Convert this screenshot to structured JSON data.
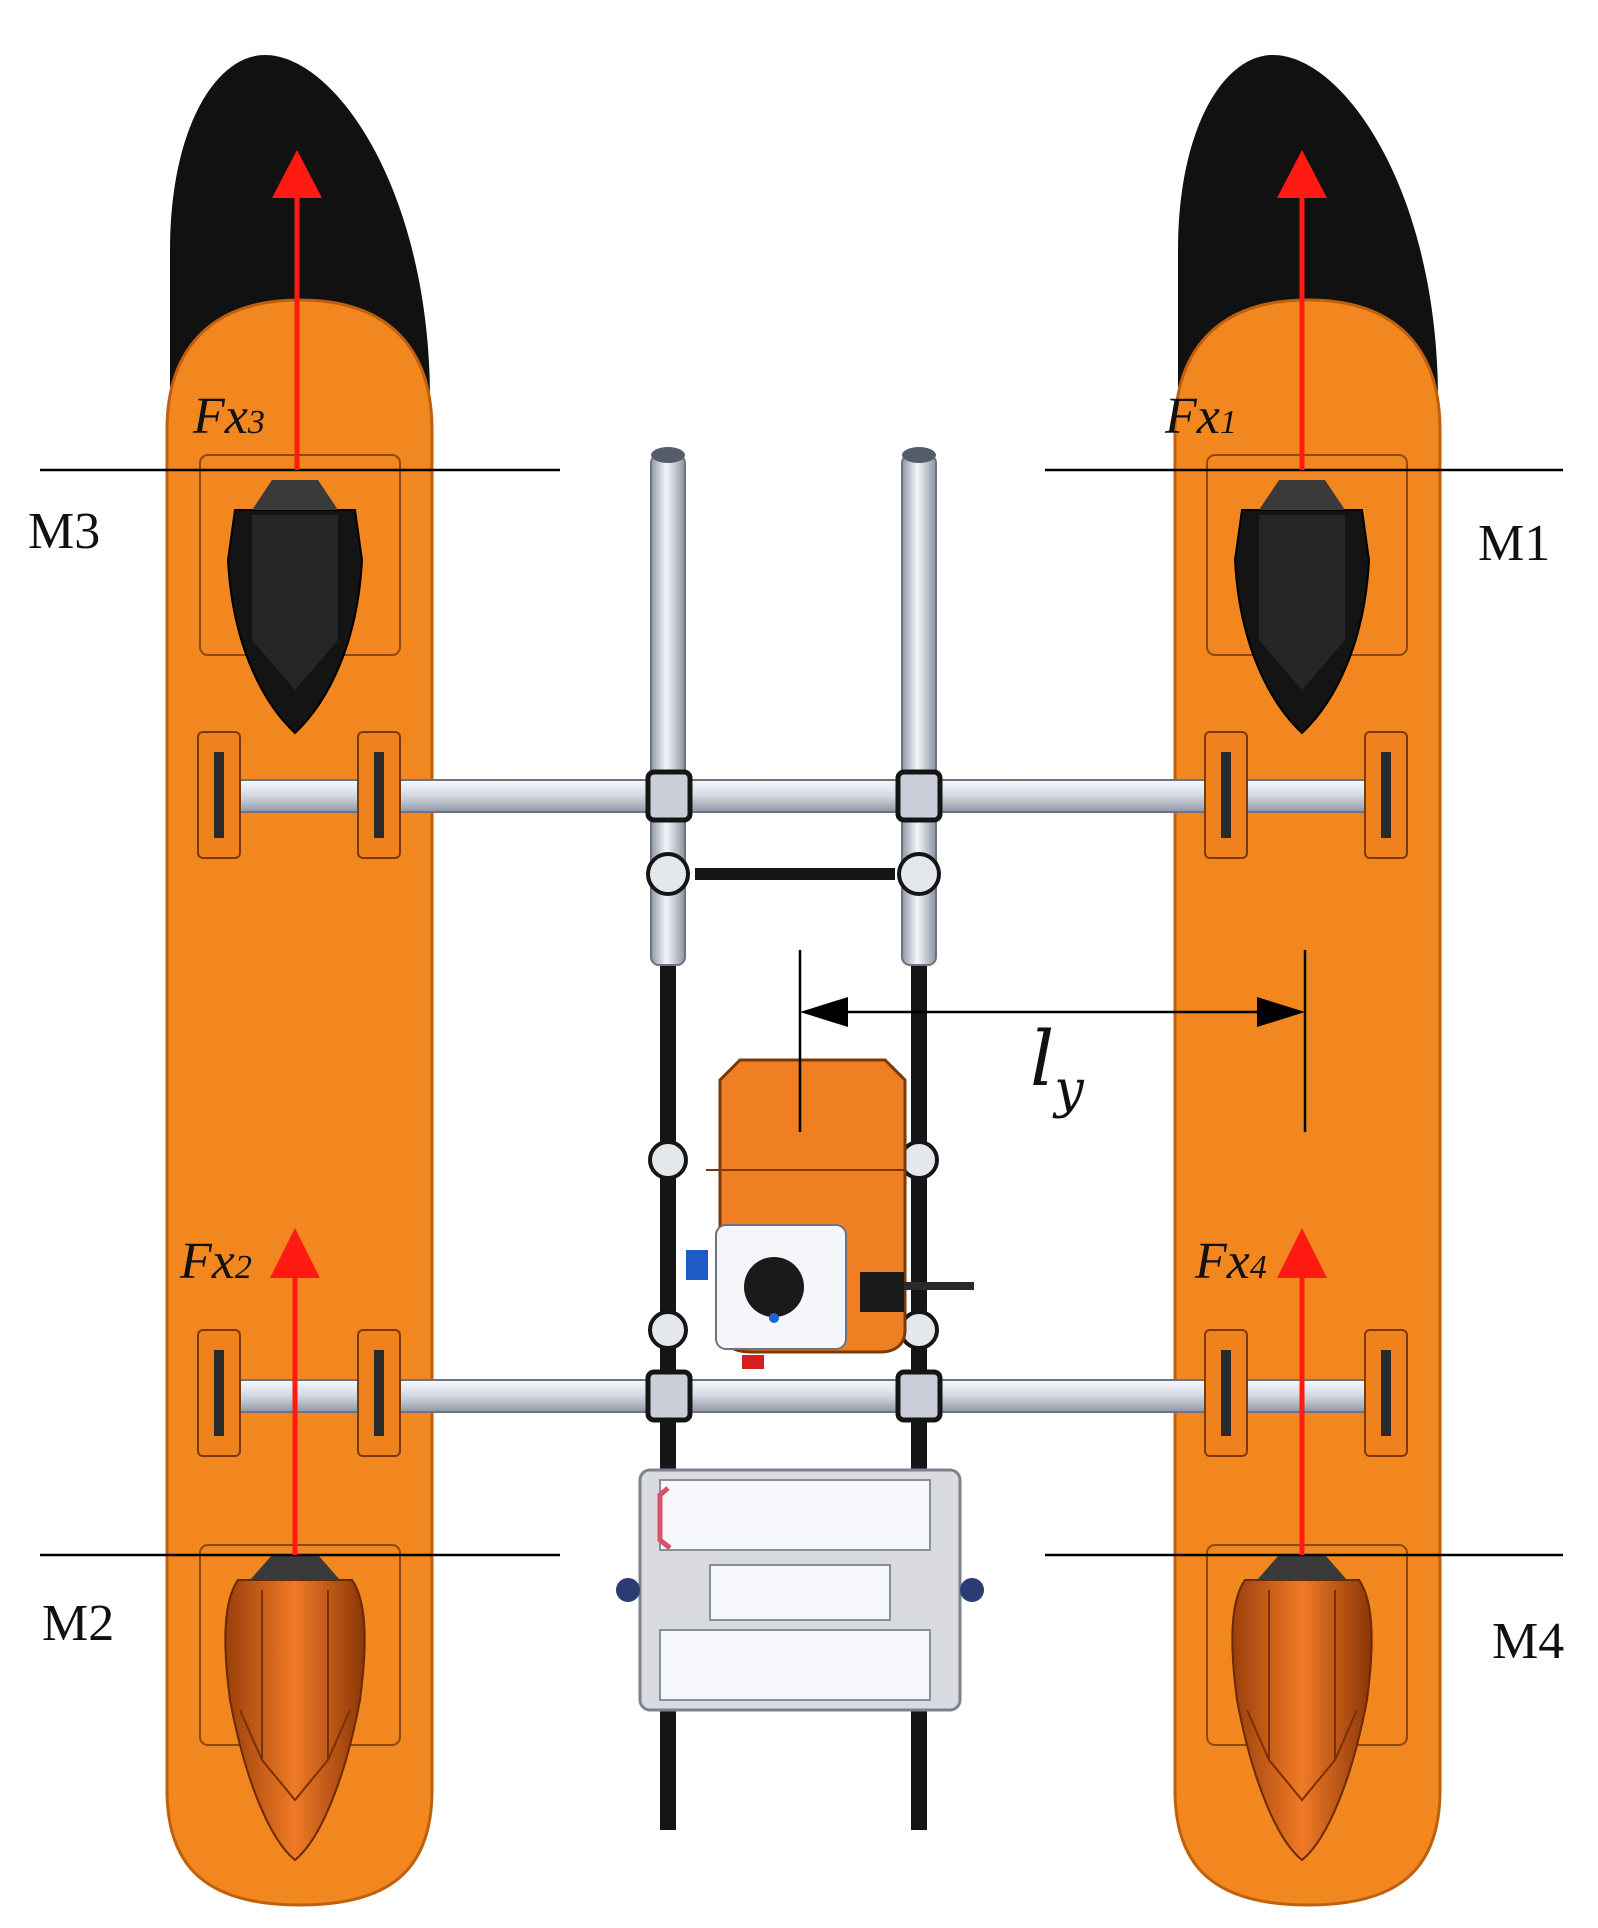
{
  "diagram": {
    "motor_labels": {
      "m1": "M1",
      "m2": "M2",
      "m3": "M3",
      "m4": "M4"
    },
    "force_labels": {
      "fx1": {
        "base": "Fx",
        "sub": "1"
      },
      "fx2": {
        "base": "Fx",
        "sub": "2"
      },
      "fx3": {
        "base": "Fx",
        "sub": "3"
      },
      "fx4": {
        "base": "Fx",
        "sub": "4"
      }
    },
    "dimension_label": {
      "base": "l",
      "sub": "y"
    },
    "colors": {
      "hull": "#f2871f",
      "hull_edge": "#c0600e",
      "nose": "#111111",
      "force_arrow": "#ff1a12",
      "frame_tube": "#d4d9e2",
      "tube_edge": "#6d7380",
      "electronics_box": "#ef7f22",
      "battery_box": "#d9dbe0",
      "dimension_line": "#000000"
    }
  }
}
